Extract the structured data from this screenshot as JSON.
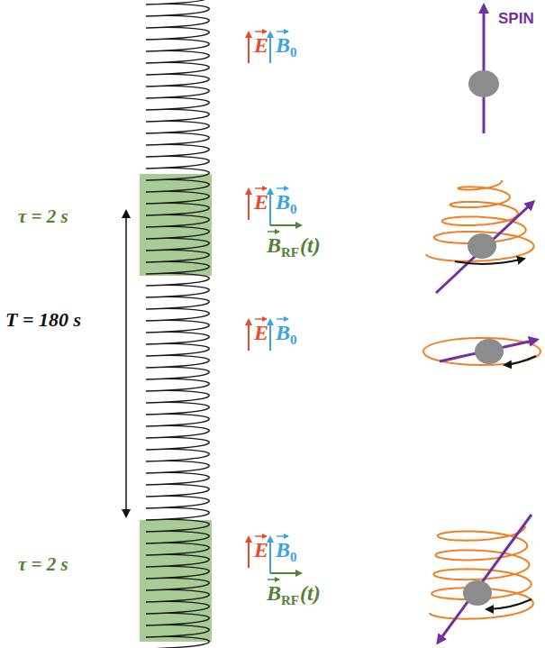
{
  "diagram": {
    "labels": [
      "SPIN",
      "E",
      "B",
      "0",
      "τ = 2 s",
      "E",
      "B",
      "0",
      "B",
      "RF",
      "(t)",
      "T = 180 s",
      "E",
      "B",
      "0",
      "τ = 2 s",
      "E",
      "B",
      "0",
      "B",
      "RF",
      "(t)"
    ]
  }
}
